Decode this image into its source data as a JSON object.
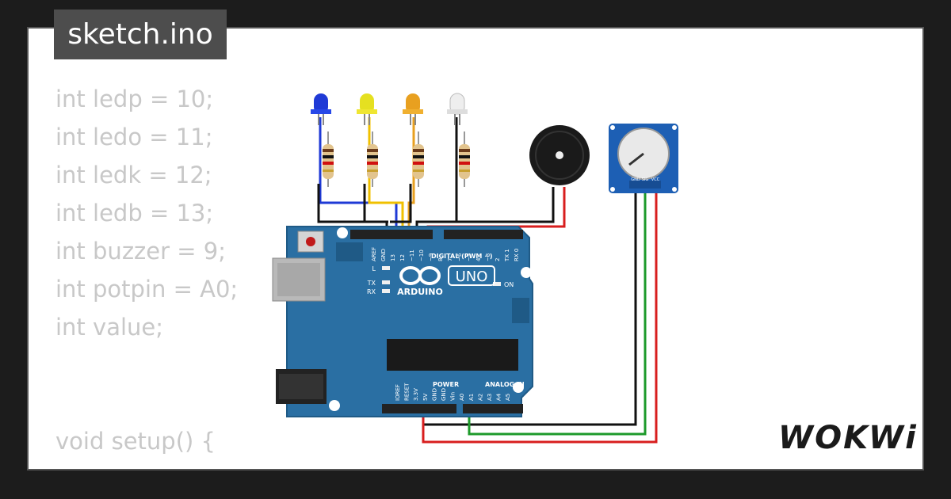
{
  "title": "sketch.ino",
  "code_lines": [
    "int ledp = 10;",
    "int ledo = 11;",
    "int ledk = 12;",
    "int ledb = 13;",
    "int buzzer = 9;",
    "int potpin = A0;",
    "int value;",
    "",
    "void setup() {"
  ],
  "board": {
    "brand": "ARDUINO",
    "model": "UNO",
    "digital_header": "DIGITAL (PWM ~)",
    "power_header": "POWER",
    "analog_header": "ANALOG IN",
    "led_labels": [
      "L",
      "TX",
      "RX",
      "ON"
    ],
    "top_pins": [
      "AREF",
      "GND",
      "13",
      "12",
      "~11",
      "~10",
      "~9",
      "8",
      "7",
      "~6",
      "~5",
      "4",
      "~3",
      "2",
      "TX 1",
      "RX 0"
    ],
    "bottom_pins": [
      "IOREF",
      "RESET",
      "3.3V",
      "5V",
      "GND",
      "GND",
      "Vin",
      "A0",
      "A1",
      "A2",
      "A3",
      "A4",
      "A5"
    ]
  },
  "potentiometer": {
    "pins": [
      "GND",
      "SIG",
      "VCC"
    ]
  },
  "led_colors": [
    "#1f3ad6",
    "#e5e020",
    "#e8a020",
    "#e8e8e8"
  ],
  "wire_colors": {
    "blue": "#1f3ad6",
    "yellow": "#f0c000",
    "orange": "#e8a020",
    "black": "#111111",
    "red": "#d81e1e",
    "green": "#1d9a2a"
  },
  "logo": "WOKWi"
}
